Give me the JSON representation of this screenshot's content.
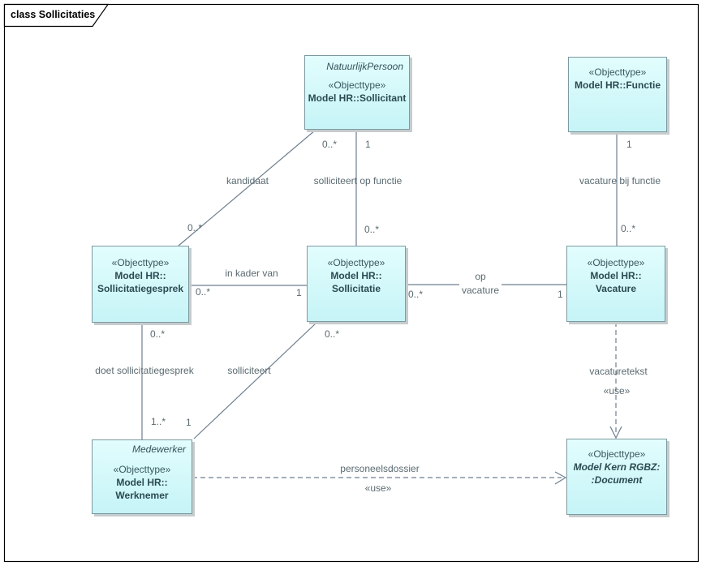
{
  "tab": {
    "title": "class Sollicitaties"
  },
  "colors": {
    "box_fill_top": "#e2fdfd",
    "box_fill_bottom": "#c6f4f7",
    "box_border": "#7d99a0",
    "box_shadow": "#c6cccd",
    "line": "#6e7f90",
    "name_text": "#2b4a52",
    "label_text": "#5a6a70",
    "frame_border": "#000000"
  },
  "classes": {
    "sollicitant": {
      "parent": "NatuurlijkPersoon",
      "stereotype": "«Objecttype»",
      "name": "Model HR::Sollicitant"
    },
    "functie": {
      "stereotype": "«Objecttype»",
      "name": "Model HR::Functie"
    },
    "sollicitatiegesprek": {
      "stereotype": "«Objecttype»",
      "name_line1": "Model HR::",
      "name_line2": "Sollicitatiegesprek"
    },
    "sollicitatie": {
      "stereotype": "«Objecttype»",
      "name_line1": "Model HR::",
      "name_line2": "Sollicitatie"
    },
    "vacature": {
      "stereotype": "«Objecttype»",
      "name_line1": "Model HR::",
      "name_line2": "Vacature"
    },
    "werknemer": {
      "parent": "Medewerker",
      "stereotype": "«Objecttype»",
      "name_line1": "Model HR::",
      "name_line2": "Werknemer"
    },
    "document": {
      "stereotype": "«Objecttype»",
      "name_line1": "Model Kern RGBZ:",
      "name_line2": ":Document"
    }
  },
  "edges": {
    "kandidaat": {
      "label": "kandidaat",
      "mult_sollicitant": "0..*",
      "mult_gesprek": "0..*"
    },
    "solliciteert_op_functie": {
      "label": "solliciteert op functie",
      "mult_sollicitant": "1",
      "mult_sollicitatie": "0..*"
    },
    "vacature_bij_functie": {
      "label": "vacature bij functie",
      "mult_functie": "1",
      "mult_vacature": "0..*"
    },
    "in_kader_van": {
      "label": "in kader van",
      "mult_gesprek": "0..*",
      "mult_sollicitatie": "1"
    },
    "op_vacature": {
      "label_line1": "op",
      "label_line2": "vacature",
      "mult_sollicitatie": "0..*",
      "mult_vacature": "1"
    },
    "doet_sollicitatiegesprek": {
      "label": "doet sollicitatiegesprek",
      "mult_gesprek": "0..*",
      "mult_werknemer": "1..*"
    },
    "solliciteert": {
      "label": "solliciteert",
      "mult_sollicitatie": "0..*",
      "mult_werknemer": "1"
    },
    "vacaturetekst": {
      "label": "vacaturetekst",
      "stereotype": "«use»"
    },
    "personeelsdossier": {
      "label": "personeelsdossier",
      "stereotype": "«use»"
    }
  }
}
